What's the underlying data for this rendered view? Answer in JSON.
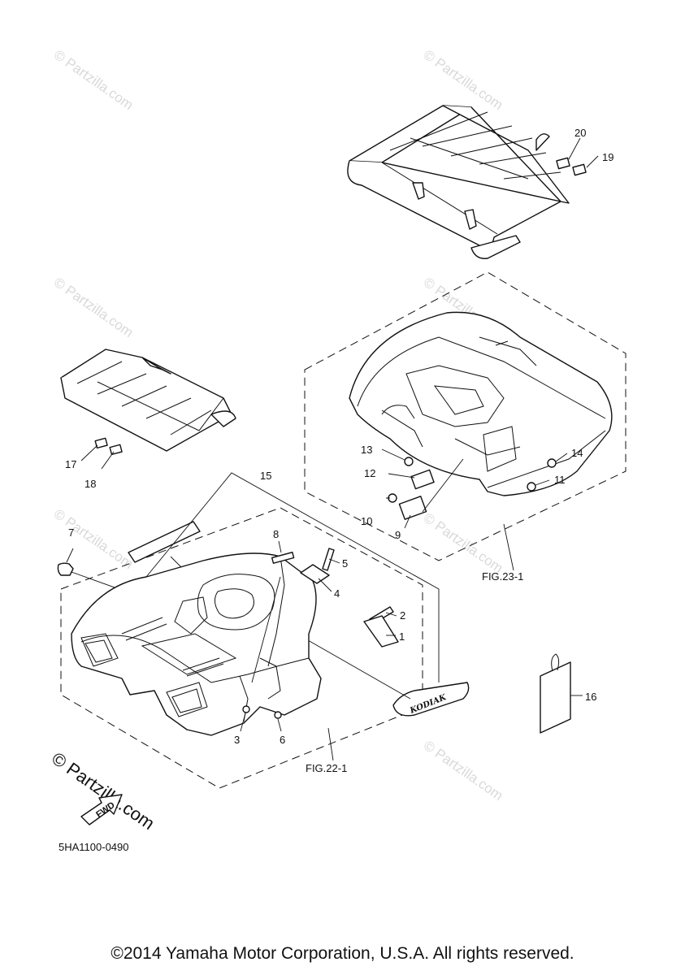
{
  "watermark": "© Partzilla.com",
  "labels": {
    "c1": "1",
    "c2": "2",
    "c3": "3",
    "c4": "4",
    "c5": "5",
    "c6": "6",
    "c7": "7",
    "c8": "8",
    "c9": "9",
    "c10": "10",
    "c11": "11",
    "c12": "12",
    "c13": "13",
    "c14": "14",
    "c15": "15",
    "c16": "16",
    "c17": "17",
    "c18": "18",
    "c19": "19",
    "c20": "20"
  },
  "fig_refs": {
    "rear": "FIG.23-1",
    "front": "FIG.22-1"
  },
  "fwd_arrow": "FWD",
  "kodiak_decal": "KODIAK",
  "logo": "© Partzilla.com",
  "diagram_code": "5HA1100-0490",
  "footer": "©2014 Yamaha Motor Corporation, U.S.A. All rights reserved."
}
